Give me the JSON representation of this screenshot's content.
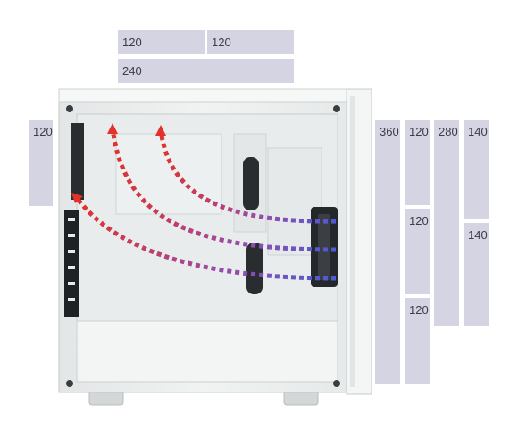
{
  "top_mounts": [
    {
      "id": "top-120-a",
      "label": "120"
    },
    {
      "id": "top-120-b",
      "label": "120"
    },
    {
      "id": "top-240",
      "label": "240"
    }
  ],
  "rear_mount": {
    "label": "120"
  },
  "front_mounts": [
    {
      "id": "front-360",
      "label": "360"
    },
    {
      "id": "front-120-a",
      "label": "120"
    },
    {
      "id": "front-120-b",
      "label": "120"
    },
    {
      "id": "front-120-c",
      "label": "120"
    },
    {
      "id": "front-280",
      "label": "280"
    },
    {
      "id": "front-140-a",
      "label": "140"
    },
    {
      "id": "front-140-b",
      "label": "140"
    }
  ],
  "colors": {
    "panel": "#d4d4e3",
    "panel_text": "#3d3d4a",
    "airflow_intake": "#4b5bd6",
    "airflow_mid": "#9b4aa8",
    "airflow_exhaust": "#e2322b",
    "case_body": "#ecefef"
  }
}
